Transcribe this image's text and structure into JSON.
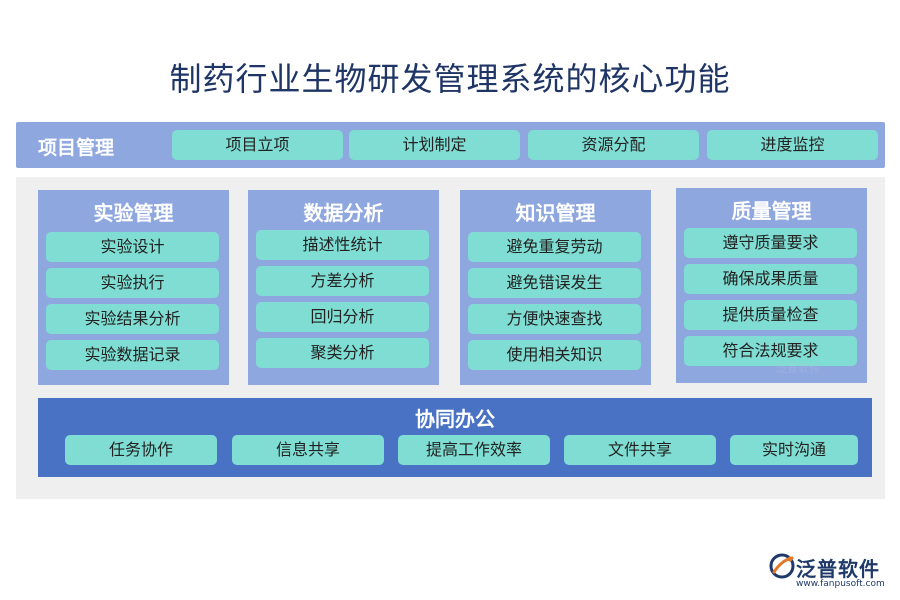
{
  "title": "制药行业生物研发管理系统的核心功能",
  "project": {
    "label": "项目管理",
    "items": [
      "项目立项",
      "计划制定",
      "资源分配",
      "进度监控"
    ]
  },
  "modules": [
    {
      "title": "实验管理",
      "items": [
        "实验设计",
        "实验执行",
        "实验结果分析",
        "实验数据记录"
      ]
    },
    {
      "title": "数据分析",
      "items": [
        "描述性统计",
        "方差分析",
        "回归分析",
        "聚类分析"
      ]
    },
    {
      "title": "知识管理",
      "items": [
        "避免重复劳动",
        "避免错误发生",
        "方便快速查找",
        "使用相关知识"
      ]
    },
    {
      "title": "质量管理",
      "items": [
        "遵守质量要求",
        "确保成果质量",
        "提供质量检查",
        "符合法规要求"
      ]
    }
  ],
  "collaboration": {
    "title": "协同办公",
    "items": [
      "任务协作",
      "信息共享",
      "提高工作效率",
      "文件共享",
      "实时沟通"
    ]
  },
  "watermark": "泛普软件",
  "logo": {
    "name": "泛普软件",
    "url": "www.fanpusoft.com"
  },
  "colors": {
    "title": "#1e3566",
    "header_bg": "#8fa7df",
    "item_bg": "#7fddd3",
    "collab_bg": "#4a72c4",
    "panel_bg": "#efefef"
  }
}
